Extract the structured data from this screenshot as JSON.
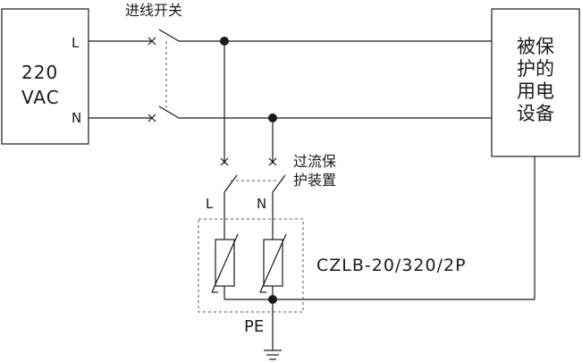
{
  "source": {
    "line1": "220",
    "line2": "VAC",
    "terminal_l": "L",
    "terminal_n": "N"
  },
  "switch_label": "进线开关",
  "device_label": {
    "line1": "被保",
    "line2": "护的",
    "line3": "用电",
    "line4": "设备"
  },
  "protector_label": {
    "line1": "过流保",
    "line2": "护装置"
  },
  "spd": {
    "terminal_l": "L",
    "terminal_n": "N",
    "model": "CZLB-20/320/2P"
  },
  "ground_label": "PE",
  "colors": {
    "line": "#1a1a1a",
    "dashed": "#555555",
    "background": "#ffffff"
  }
}
